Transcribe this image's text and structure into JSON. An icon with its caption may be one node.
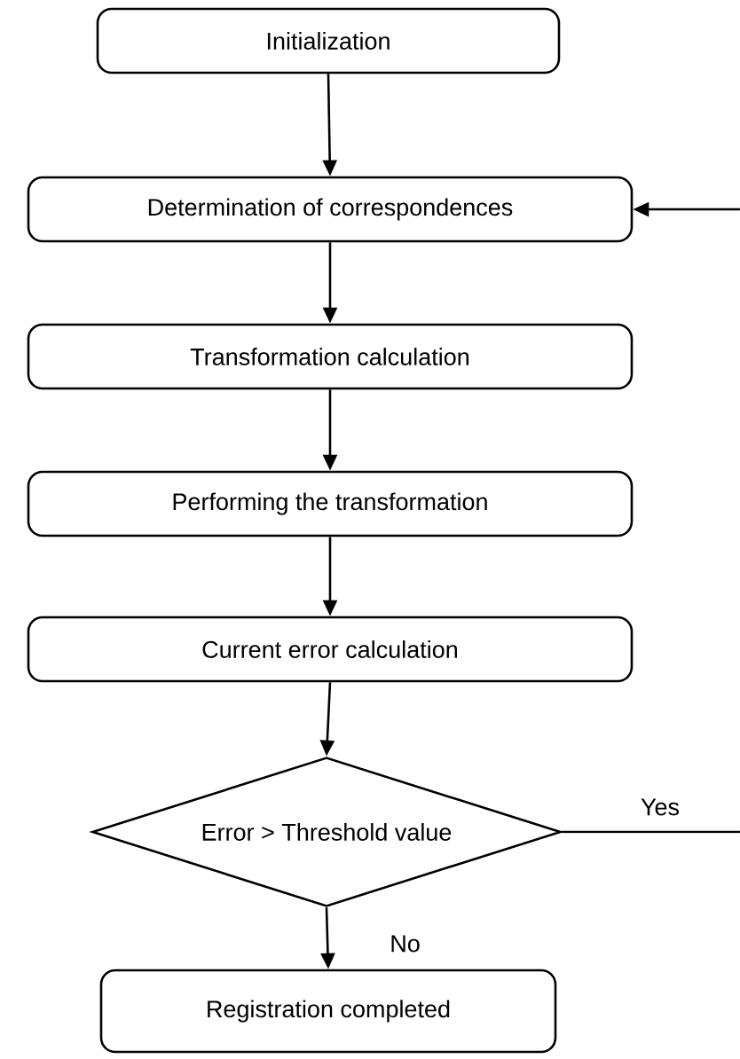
{
  "diagram": {
    "nodes": [
      {
        "text": [
          "Initialization"
        ]
      },
      {
        "text": [
          "Determination of correspondences"
        ]
      },
      {
        "text": [
          "Transformation calculation"
        ]
      },
      {
        "text": [
          "Performing the transformation"
        ]
      },
      {
        "text": [
          "Current error calculation"
        ]
      },
      {
        "text": [
          "Error > Threshold value"
        ]
      },
      {
        "text": [
          "Registration completed"
        ]
      }
    ],
    "edges": [
      {
        "from": 0,
        "to": 1,
        "arrow": "to"
      },
      {
        "from": 1,
        "to": 2,
        "arrow": "to"
      },
      {
        "from": 2,
        "to": 3,
        "arrow": "to"
      },
      {
        "from": 3,
        "to": 4,
        "arrow": "to"
      },
      {
        "from": 4,
        "to": 5,
        "arrow": "to"
      },
      {
        "from": 5,
        "to": 6,
        "arrow": "to",
        "label": "No"
      },
      {
        "from": 5,
        "to": null,
        "arrow": "none",
        "label": "Yes"
      },
      {
        "from": null,
        "to": 1,
        "arrow": "to"
      }
    ]
  }
}
